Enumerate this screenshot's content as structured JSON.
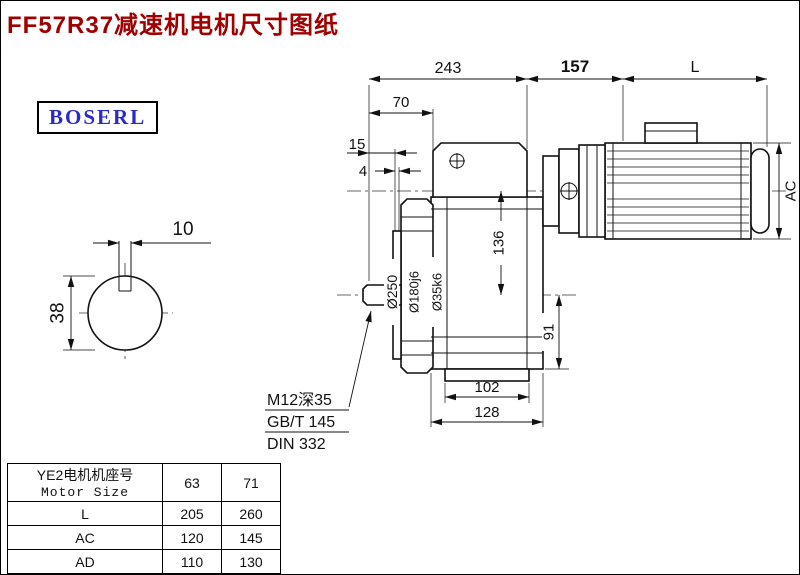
{
  "page": {
    "title": "FF57R37减速机电机尺寸图纸",
    "brand": "BOSERL"
  },
  "drawing": {
    "top_dims": {
      "d243": "243",
      "d157": "157",
      "dL": "L"
    },
    "sub_dims": {
      "d70": "70",
      "d15": "15",
      "d4": "4"
    },
    "vertical_dims": {
      "d136": "136",
      "d91": "91",
      "dAC": "AC"
    },
    "bottom_dims": {
      "d102": "102",
      "d128": "128"
    },
    "shaft_dims": {
      "d10": "10",
      "d38": "38"
    },
    "diameters": {
      "flange": "Ø250",
      "spigot": "Ø180j6",
      "shaft": "Ø35k6"
    },
    "notes": {
      "tap": "M12深35",
      "std1": "GB/T 145",
      "std2": "DIN 332"
    }
  },
  "table": {
    "header_label_line1": "YE2电机机座号",
    "header_label_line2": "Motor Size",
    "size_columns": [
      "63",
      "71"
    ],
    "rows": [
      {
        "label": "L",
        "values": [
          "205",
          "260"
        ]
      },
      {
        "label": "AC",
        "values": [
          "120",
          "145"
        ]
      },
      {
        "label": "AD",
        "values": [
          "110",
          "130"
        ]
      }
    ]
  }
}
